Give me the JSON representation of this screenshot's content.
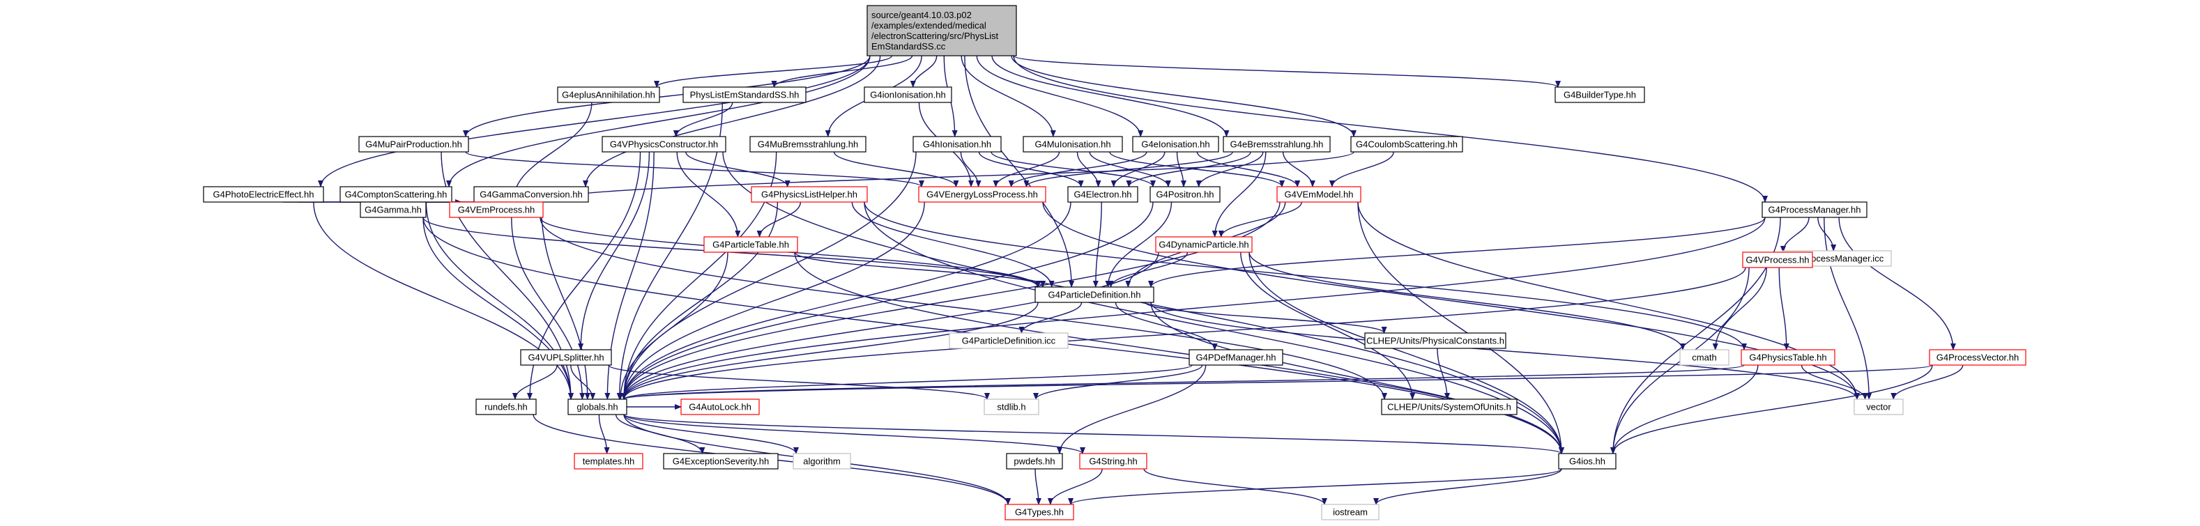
{
  "colors": {
    "root_fill": "#bfbfbf",
    "edge": "#191970",
    "box_black": "#000000",
    "box_red": "#ff0000",
    "box_gray": "#bfbfbf"
  },
  "nodes": [
    {
      "id": "root",
      "lines": [
        "source/geant4.10.03.p02",
        "/examples/extended/medical",
        "/electronScattering/src/PhysList",
        "EmStandardSS.cc"
      ],
      "style": "root"
    },
    {
      "id": "eplusAnn",
      "lines": [
        "G4eplusAnnihilation.hh"
      ],
      "style": "black"
    },
    {
      "id": "physListSS",
      "lines": [
        "PhysListEmStandardSS.hh"
      ],
      "style": "black"
    },
    {
      "id": "ionIon",
      "lines": [
        "G4ionIonisation.hh"
      ],
      "style": "black"
    },
    {
      "id": "builderType",
      "lines": [
        "G4BuilderType.hh"
      ],
      "style": "black"
    },
    {
      "id": "muPair",
      "lines": [
        "G4MuPairProduction.hh"
      ],
      "style": "black"
    },
    {
      "id": "vPhysCons",
      "lines": [
        "G4VPhysicsConstructor.hh"
      ],
      "style": "black"
    },
    {
      "id": "muBrems",
      "lines": [
        "G4MuBremsstrahlung.hh"
      ],
      "style": "black"
    },
    {
      "id": "hIon",
      "lines": [
        "G4hIonisation.hh"
      ],
      "style": "black"
    },
    {
      "id": "muIon",
      "lines": [
        "G4MuIonisation.hh"
      ],
      "style": "black"
    },
    {
      "id": "eIon",
      "lines": [
        "G4eIonisation.hh"
      ],
      "style": "black"
    },
    {
      "id": "eBrems",
      "lines": [
        "G4eBremsstrahlung.hh"
      ],
      "style": "black"
    },
    {
      "id": "coulomb",
      "lines": [
        "G4CoulombScattering.hh"
      ],
      "style": "black"
    },
    {
      "id": "photoElec",
      "lines": [
        "G4PhotoElectricEffect.hh"
      ],
      "style": "black"
    },
    {
      "id": "compton",
      "lines": [
        "G4ComptonScattering.hh"
      ],
      "style": "black"
    },
    {
      "id": "gammaConv",
      "lines": [
        "G4GammaConversion.hh"
      ],
      "style": "black"
    },
    {
      "id": "plHelper",
      "lines": [
        "G4PhysicsListHelper.hh"
      ],
      "style": "red"
    },
    {
      "id": "vEnergyLoss",
      "lines": [
        "G4VEnergyLossProcess.hh"
      ],
      "style": "red"
    },
    {
      "id": "electron",
      "lines": [
        "G4Electron.hh"
      ],
      "style": "black"
    },
    {
      "id": "positron",
      "lines": [
        "G4Positron.hh"
      ],
      "style": "black"
    },
    {
      "id": "vEmModel",
      "lines": [
        "G4VEmModel.hh"
      ],
      "style": "red"
    },
    {
      "id": "gamma",
      "lines": [
        "G4Gamma.hh"
      ],
      "style": "black"
    },
    {
      "id": "vEmProcess",
      "lines": [
        "G4VEmProcess.hh"
      ],
      "style": "red"
    },
    {
      "id": "particleTable",
      "lines": [
        "G4ParticleTable.hh"
      ],
      "style": "red"
    },
    {
      "id": "dynParticle",
      "lines": [
        "G4DynamicParticle.hh"
      ],
      "style": "red"
    },
    {
      "id": "processManager",
      "lines": [
        "G4ProcessManager.hh"
      ],
      "style": "black"
    },
    {
      "id": "particleDef",
      "lines": [
        "G4ParticleDefinition.hh"
      ],
      "style": "black"
    },
    {
      "id": "processManagerIcc",
      "lines": [
        "G4ProcessManager.icc"
      ],
      "style": "gray"
    },
    {
      "id": "vProcess",
      "lines": [
        "G4VProcess.hh"
      ],
      "style": "red"
    },
    {
      "id": "particleDefIcc",
      "lines": [
        "G4ParticleDefinition.icc"
      ],
      "style": "gray"
    },
    {
      "id": "physConst",
      "lines": [
        "CLHEP/Units/PhysicalConstants.h"
      ],
      "style": "black"
    },
    {
      "id": "vuplSplitter",
      "lines": [
        "G4VUPLSplitter.hh"
      ],
      "style": "black"
    },
    {
      "id": "pdefManager",
      "lines": [
        "G4PDefManager.hh"
      ],
      "style": "black"
    },
    {
      "id": "cmath",
      "lines": [
        "cmath"
      ],
      "style": "gray"
    },
    {
      "id": "physicsTable",
      "lines": [
        "G4PhysicsTable.hh"
      ],
      "style": "red"
    },
    {
      "id": "processVector",
      "lines": [
        "G4ProcessVector.hh"
      ],
      "style": "red"
    },
    {
      "id": "rundefs",
      "lines": [
        "rundefs.hh"
      ],
      "style": "black"
    },
    {
      "id": "globals",
      "lines": [
        "globals.hh"
      ],
      "style": "black"
    },
    {
      "id": "autoLock",
      "lines": [
        "G4AutoLock.hh"
      ],
      "style": "red"
    },
    {
      "id": "stdlib",
      "lines": [
        "stdlib.h"
      ],
      "style": "gray"
    },
    {
      "id": "sysUnits",
      "lines": [
        "CLHEP/Units/SystemOfUnits.h"
      ],
      "style": "black"
    },
    {
      "id": "vector",
      "lines": [
        "vector"
      ],
      "style": "gray"
    },
    {
      "id": "templates",
      "lines": [
        "templates.hh"
      ],
      "style": "red"
    },
    {
      "id": "exceptionSev",
      "lines": [
        "G4ExceptionSeverity.hh"
      ],
      "style": "black"
    },
    {
      "id": "algorithm",
      "lines": [
        "algorithm"
      ],
      "style": "gray"
    },
    {
      "id": "pwdefs",
      "lines": [
        "pwdefs.hh"
      ],
      "style": "black"
    },
    {
      "id": "g4String",
      "lines": [
        "G4String.hh"
      ],
      "style": "red"
    },
    {
      "id": "g4ios",
      "lines": [
        "G4ios.hh"
      ],
      "style": "black"
    },
    {
      "id": "iostream",
      "lines": [
        "iostream"
      ],
      "style": "gray"
    },
    {
      "id": "g4Types",
      "lines": [
        "G4Types.hh"
      ],
      "style": "red"
    }
  ],
  "edges": [
    [
      "root",
      "eplusAnn"
    ],
    [
      "root",
      "physListSS"
    ],
    [
      "root",
      "ionIon"
    ],
    [
      "root",
      "builderType"
    ],
    [
      "root",
      "muPair"
    ],
    [
      "root",
      "muBrems"
    ],
    [
      "root",
      "hIon"
    ],
    [
      "root",
      "muIon"
    ],
    [
      "root",
      "eIon"
    ],
    [
      "root",
      "eBrems"
    ],
    [
      "root",
      "coulomb"
    ],
    [
      "root",
      "photoElec"
    ],
    [
      "root",
      "compton"
    ],
    [
      "root",
      "gammaConv"
    ],
    [
      "root",
      "processManager"
    ],
    [
      "root",
      "particleDef"
    ],
    [
      "eplusAnn",
      "vEmProcess"
    ],
    [
      "physListSS",
      "vPhysCons"
    ],
    [
      "physListSS",
      "globals"
    ],
    [
      "ionIon",
      "vEnergyLoss"
    ],
    [
      "muPair",
      "vEnergyLoss"
    ],
    [
      "muPair",
      "globals"
    ],
    [
      "vPhysCons",
      "plHelper"
    ],
    [
      "vPhysCons",
      "particleTable"
    ],
    [
      "vPhysCons",
      "vuplSplitter"
    ],
    [
      "vPhysCons",
      "globals"
    ],
    [
      "vPhysCons",
      "g4ios"
    ],
    [
      "vPhysCons",
      "rundefs"
    ],
    [
      "muBrems",
      "vEnergyLoss"
    ],
    [
      "muBrems",
      "globals"
    ],
    [
      "hIon",
      "vEnergyLoss"
    ],
    [
      "hIon",
      "electron"
    ],
    [
      "hIon",
      "positron"
    ],
    [
      "hIon",
      "globals"
    ],
    [
      "muIon",
      "vEnergyLoss"
    ],
    [
      "muIon",
      "electron"
    ],
    [
      "muIon",
      "positron"
    ],
    [
      "muIon",
      "vEmModel"
    ],
    [
      "eIon",
      "vEnergyLoss"
    ],
    [
      "eIon",
      "electron"
    ],
    [
      "eIon",
      "positron"
    ],
    [
      "eIon",
      "vEmModel"
    ],
    [
      "eBrems",
      "vEnergyLoss"
    ],
    [
      "eBrems",
      "electron"
    ],
    [
      "eBrems",
      "positron"
    ],
    [
      "eBrems",
      "vEmModel"
    ],
    [
      "eBrems",
      "dynParticle"
    ],
    [
      "coulomb",
      "vEmProcess"
    ],
    [
      "coulomb",
      "vEmModel"
    ],
    [
      "photoElec",
      "vEmProcess"
    ],
    [
      "photoElec",
      "gamma"
    ],
    [
      "photoElec",
      "globals"
    ],
    [
      "compton",
      "vEmProcess"
    ],
    [
      "compton",
      "gamma"
    ],
    [
      "compton",
      "globals"
    ],
    [
      "gammaConv",
      "vEmProcess"
    ],
    [
      "gammaConv",
      "gamma"
    ],
    [
      "gammaConv",
      "globals"
    ],
    [
      "plHelper",
      "particleTable"
    ],
    [
      "plHelper",
      "particleDef"
    ],
    [
      "plHelper",
      "globals"
    ],
    [
      "plHelper",
      "physicsTable"
    ],
    [
      "plHelper",
      "g4ios"
    ],
    [
      "vEnergyLoss",
      "globals"
    ],
    [
      "vEnergyLoss",
      "vector"
    ],
    [
      "electron",
      "particleDef"
    ],
    [
      "electron",
      "globals"
    ],
    [
      "positron",
      "particleDef"
    ],
    [
      "positron",
      "globals"
    ],
    [
      "vEmModel",
      "dynParticle"
    ],
    [
      "vEmModel",
      "particleDef"
    ],
    [
      "vEmModel",
      "globals"
    ],
    [
      "vEmModel",
      "g4ios"
    ],
    [
      "vEmModel",
      "vector"
    ],
    [
      "gamma",
      "particleDef"
    ],
    [
      "gamma",
      "globals"
    ],
    [
      "gamma",
      "g4ios"
    ],
    [
      "vEmProcess",
      "particleDef"
    ],
    [
      "vEmProcess",
      "globals"
    ],
    [
      "vEmProcess",
      "sysUnits"
    ],
    [
      "particleTable",
      "particleDef"
    ],
    [
      "particleTable",
      "globals"
    ],
    [
      "particleTable",
      "g4ios"
    ],
    [
      "dynParticle",
      "particleDef"
    ],
    [
      "dynParticle",
      "globals"
    ],
    [
      "dynParticle",
      "g4ios"
    ],
    [
      "dynParticle",
      "cmath"
    ],
    [
      "dynParticle",
      "sysUnits"
    ],
    [
      "processManager",
      "particleDef"
    ],
    [
      "processManager",
      "processManagerIcc"
    ],
    [
      "processManager",
      "vProcess"
    ],
    [
      "processManager",
      "processVector"
    ],
    [
      "processManager",
      "g4ios"
    ],
    [
      "processManager",
      "vector"
    ],
    [
      "processManager",
      "globals"
    ],
    [
      "particleDef",
      "particleDefIcc"
    ],
    [
      "particleDef",
      "physConst"
    ],
    [
      "particleDef",
      "pdefManager"
    ],
    [
      "particleDef",
      "globals"
    ],
    [
      "particleDef",
      "g4ios"
    ],
    [
      "particleDef",
      "vector"
    ],
    [
      "vProcess",
      "physicsTable"
    ],
    [
      "vProcess",
      "cmath"
    ],
    [
      "vProcess",
      "globals"
    ],
    [
      "vProcess",
      "g4ios"
    ],
    [
      "physConst",
      "sysUnits"
    ],
    [
      "vuplSplitter",
      "globals"
    ],
    [
      "vuplSplitter",
      "rundefs"
    ],
    [
      "vuplSplitter",
      "stdlib"
    ],
    [
      "pdefManager",
      "globals"
    ],
    [
      "pdefManager",
      "stdlib"
    ],
    [
      "pdefManager",
      "pwdefs"
    ],
    [
      "physicsTable",
      "globals"
    ],
    [
      "physicsTable",
      "g4ios"
    ],
    [
      "physicsTable",
      "vector"
    ],
    [
      "processVector",
      "globals"
    ],
    [
      "processVector",
      "g4ios"
    ],
    [
      "processVector",
      "vector"
    ],
    [
      "rundefs",
      "g4Types"
    ],
    [
      "globals",
      "templates"
    ],
    [
      "globals",
      "exceptionSev"
    ],
    [
      "globals",
      "algorithm"
    ],
    [
      "globals",
      "autoLock"
    ],
    [
      "globals",
      "g4ios"
    ],
    [
      "globals",
      "g4String"
    ],
    [
      "globals",
      "g4Types"
    ],
    [
      "pwdefs",
      "g4Types"
    ],
    [
      "g4String",
      "g4Types"
    ],
    [
      "g4String",
      "iostream"
    ],
    [
      "g4ios",
      "g4Types"
    ],
    [
      "g4ios",
      "iostream"
    ]
  ]
}
